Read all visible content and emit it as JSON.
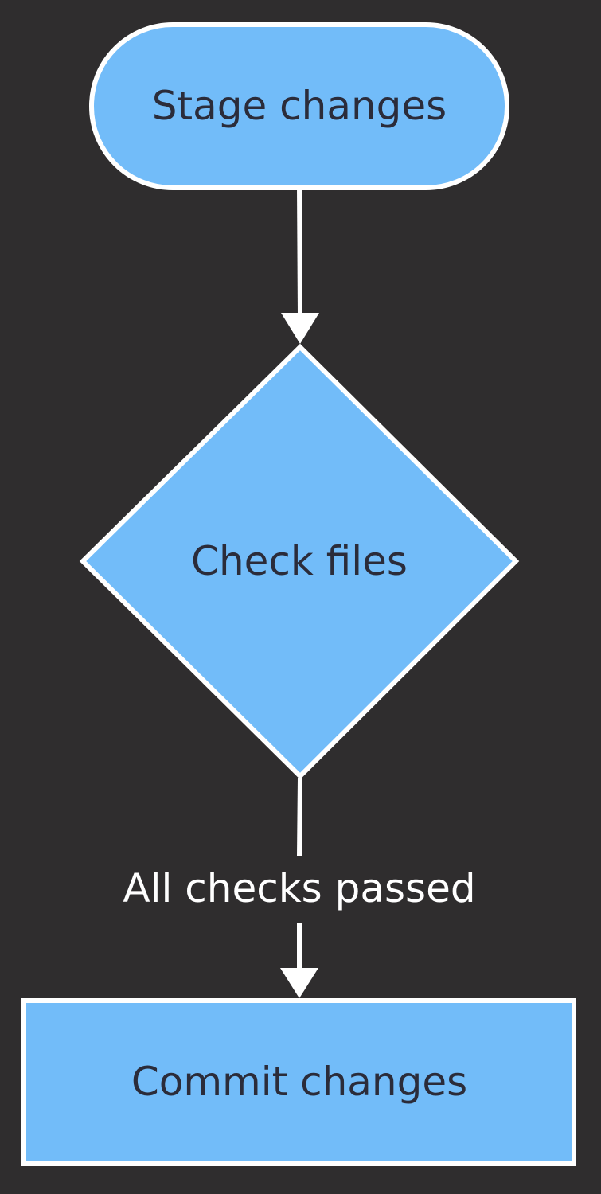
{
  "theme": {
    "background": "#2f2d2e",
    "node_fill": "#72bcf9",
    "node_stroke": "#ffffff",
    "node_text": "#2b2c3a",
    "edge_color": "#ffffff",
    "edge_label_text": "#ffffff"
  },
  "nodes": {
    "start": {
      "label": "Stage changes",
      "shape": "rounded-pill"
    },
    "decision": {
      "label": "Check files",
      "shape": "diamond"
    },
    "end": {
      "label": "Commit changes",
      "shape": "rectangle"
    }
  },
  "edges": {
    "start_to_decision": {
      "label": ""
    },
    "decision_to_end": {
      "label": "All checks passed"
    }
  }
}
